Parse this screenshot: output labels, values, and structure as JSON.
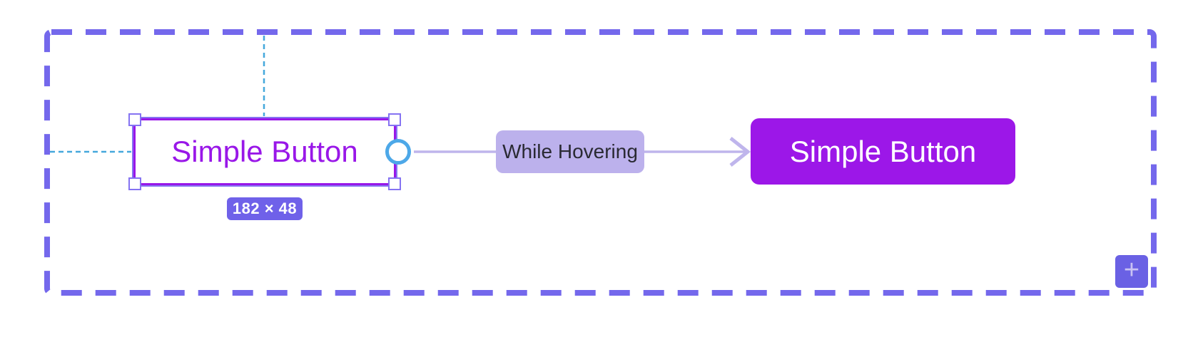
{
  "theme": {
    "flow-border": "#7468EC",
    "violet": "#9917E8",
    "violet-fill": "#9C17E8",
    "connector": "#BFB5EC",
    "label-bg": "#BCB1EC",
    "label-text": "#2A2A33",
    "badge-bg": "#6F61E9",
    "guide": "#45A8DC",
    "port": "#4DA8E8",
    "selection": "#8573F2",
    "add-bg": "#6A61E4",
    "add-icon": "#C9C3F3"
  },
  "source_button": {
    "label": "Simple Button"
  },
  "size_badge": {
    "label": "182 × 48"
  },
  "connection": {
    "trigger_label": "While Hovering"
  },
  "target_button": {
    "label": "Simple Button"
  },
  "add_button": {
    "label": "+"
  }
}
